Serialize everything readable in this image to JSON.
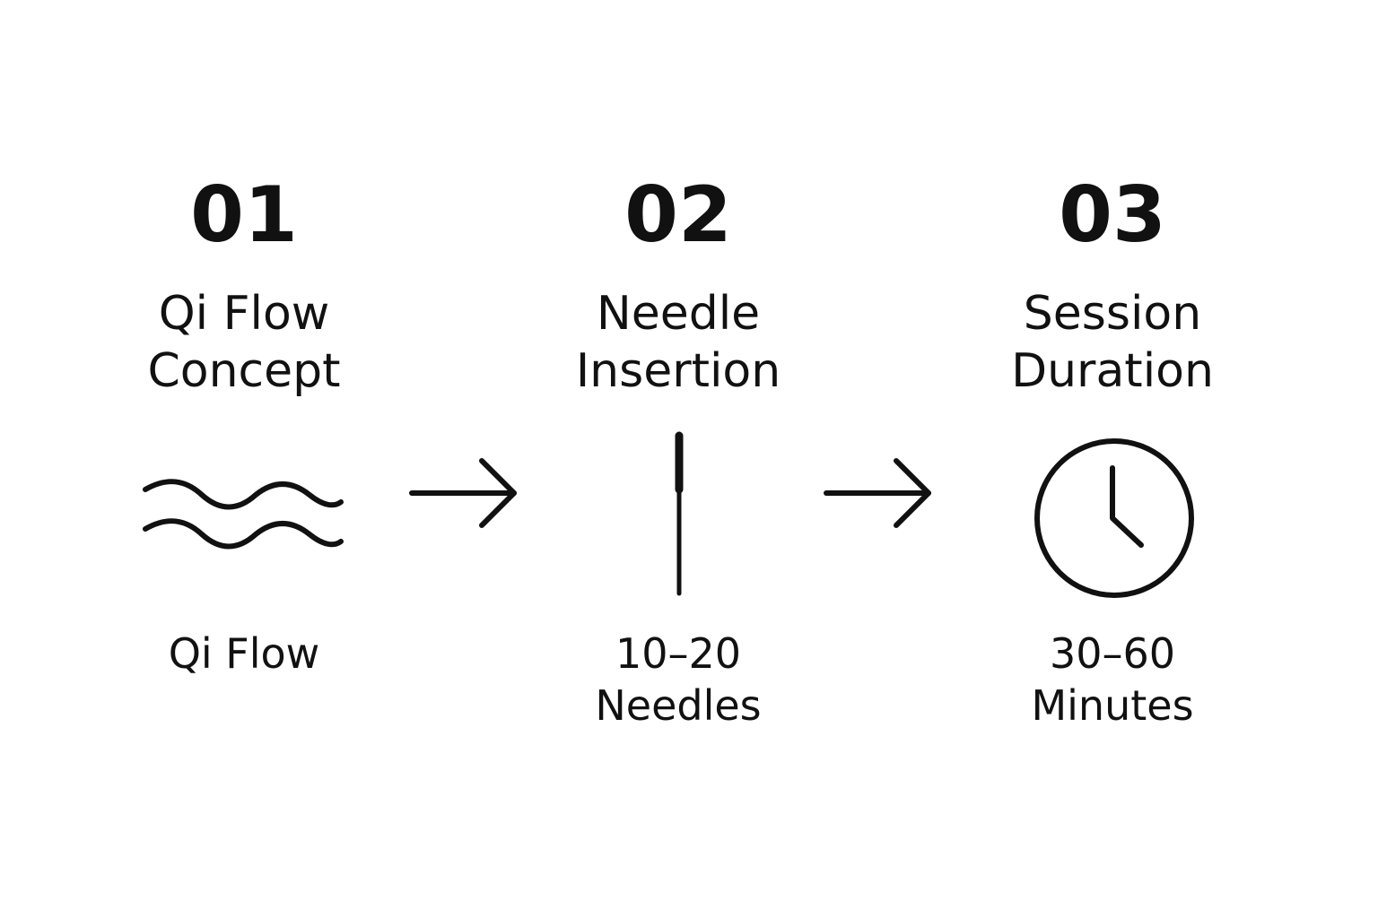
{
  "steps": [
    {
      "number": "01",
      "title_lines": [
        "Qi Flow",
        "Concept"
      ],
      "icon": "wave-icon",
      "caption_lines": [
        "Qi Flow"
      ]
    },
    {
      "number": "02",
      "title_lines": [
        "Needle",
        "Insertion"
      ],
      "icon": "needle-icon",
      "caption_lines": [
        "10–20",
        "Needles"
      ]
    },
    {
      "number": "03",
      "title_lines": [
        "Session",
        "Duration"
      ],
      "icon": "clock-icon",
      "caption_lines": [
        "30–60",
        "Minutes"
      ]
    }
  ],
  "connector_icon": "arrow-right-icon",
  "colors": {
    "background": "#ffffff",
    "ink": "#111111"
  }
}
